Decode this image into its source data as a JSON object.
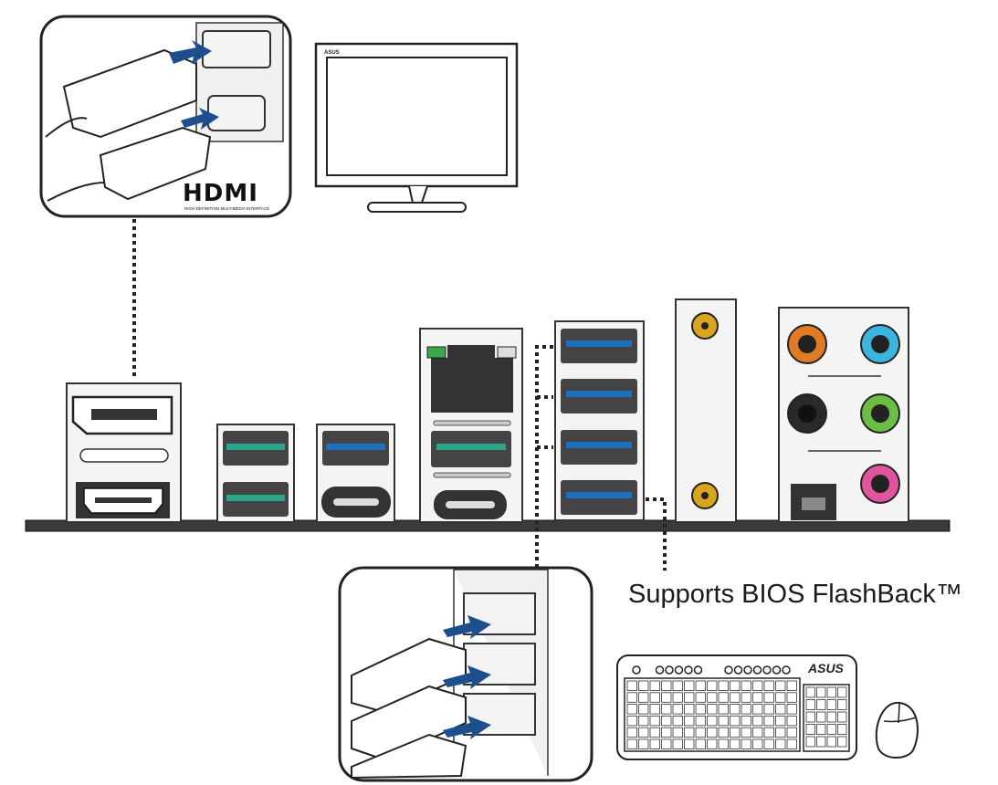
{
  "labels": {
    "flashback": "Supports BIOS FlashBack™",
    "hdmi_logo": "HDMI",
    "hdmi_tagline": "HIGH-DEFINITION MULTIMEDIA INTERFACE",
    "monitor_brand": "ASUS",
    "keyboard_brand": "ASUS"
  },
  "colors": {
    "usb_gen2_tongue": "#2aa58a",
    "usb_blue_tongue": "#1f6fc0",
    "arrow": "#1d4f8f",
    "antenna_gold": "#d9a41e",
    "audio_orange": "#e07b24",
    "audio_cyan": "#3ab6de",
    "audio_black": "#2a2a2a",
    "audio_green": "#6cbd45",
    "audio_pink": "#e0559d",
    "lan_led_green": "#3aa84a",
    "baseplate": "#3a3a3a"
  },
  "icons": [
    "hdmi-inset",
    "monitor-icon",
    "keyboard-icon",
    "mouse-icon",
    "usb-inset"
  ]
}
